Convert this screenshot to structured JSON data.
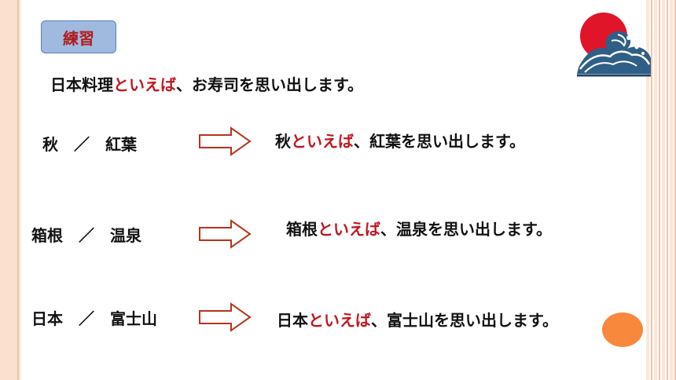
{
  "slide": {
    "tag_label": "練習",
    "example": {
      "prefix": "日本料理",
      "highlight": "といえば",
      "suffix": "、お寿司を思い出します。"
    },
    "items": [
      {
        "left": "秋　／　紅葉",
        "answer_prefix": "秋",
        "highlight": "といえば",
        "answer_suffix": "、紅葉を思い出します。"
      },
      {
        "left": "箱根　／　温泉",
        "answer_prefix": "箱根",
        "highlight": "といえば",
        "answer_suffix": "、温泉を思い出します。"
      },
      {
        "left": "日本　／　富士山",
        "answer_prefix": "日本",
        "highlight": "といえば",
        "answer_suffix": "、富士山を思い出します。"
      }
    ]
  },
  "icons": {
    "arrow": "right-outline-arrow-icon",
    "logo": "wave-sun-icon"
  },
  "colors": {
    "highlight_text": "#c0171f",
    "tag_fill": "#9fb9df",
    "tag_text": "#b01c1c",
    "arrow_stroke": "#b5351c",
    "accent_orange": "#f7883c",
    "sun_red": "#e0152a"
  }
}
